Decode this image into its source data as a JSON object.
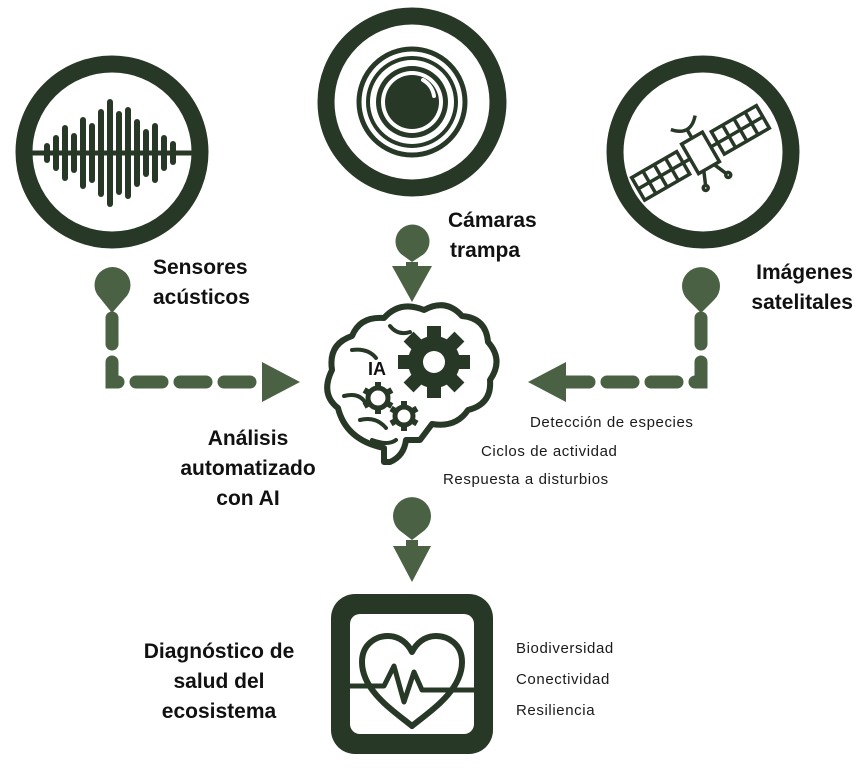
{
  "colors": {
    "dark": "#283826",
    "medium": "#4a6144",
    "background": "#ffffff"
  },
  "sources": {
    "acoustic": {
      "icon": "soundwave-icon",
      "line1": "Sensores",
      "line2": "acústicos"
    },
    "camera": {
      "icon": "camera-lens-icon",
      "line1": "Cámaras",
      "line2": "trampa"
    },
    "satellite": {
      "icon": "satellite-icon",
      "line1": "Imágenes",
      "line2": "satelitales"
    }
  },
  "analysis": {
    "icon": "brain-gear-icon",
    "badge": "IA",
    "line1": "Análisis",
    "line2": "automatizado",
    "line3": "con AI",
    "outputs": [
      "Detección de especies",
      "Ciclos de actividad",
      "Respuesta a disturbios"
    ]
  },
  "diagnosis": {
    "icon": "heart-pulse-icon",
    "line1": "Diagnóstico de",
    "line2": "salud del",
    "line3": "ecosistema",
    "metrics": [
      "Biodiversidad",
      "Conectividad",
      "Resiliencia"
    ]
  }
}
